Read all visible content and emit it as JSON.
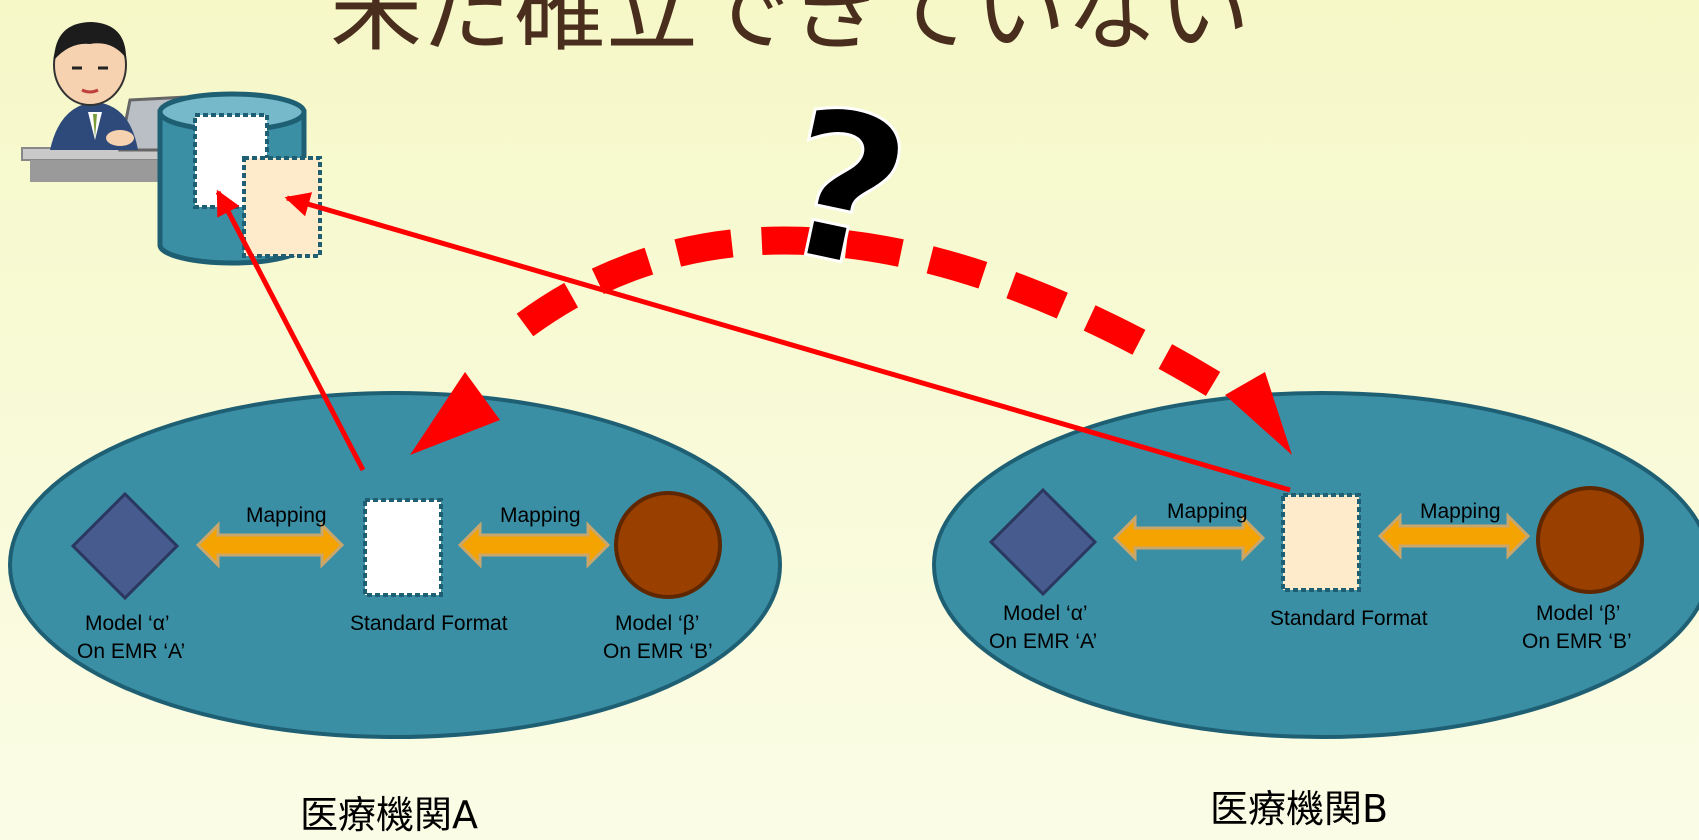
{
  "title": "未だ確立できていない",
  "question_mark": "?",
  "colors": {
    "background": "#f8fad6",
    "ellipse_fill": "#3a8fa5",
    "ellipse_stroke": "#1f5f73",
    "title_color": "#4a2e1d",
    "arrow_red": "#ff0000",
    "mapping_orange": "#f5a300",
    "diamond_fill": "#485b8f",
    "circle_fill": "#993f00",
    "doc_white": "#ffffff",
    "doc_cream": "#fdebcb"
  },
  "hospital_a": {
    "name": "医療機関A",
    "model_alpha": [
      "Model ‘α’",
      "On EMR ‘A’"
    ],
    "standard_format": "Standard Format",
    "model_beta": [
      "Model ‘β’",
      "On EMR ‘B’"
    ],
    "mapping_left": "Mapping",
    "mapping_right": "Mapping"
  },
  "hospital_b": {
    "name": "医療機関B",
    "model_alpha": [
      "Model ‘α’",
      "On EMR ‘A’"
    ],
    "standard_format": "Standard Format",
    "model_beta": [
      "Model ‘β’",
      "On EMR ‘B’"
    ],
    "mapping_left": "Mapping",
    "mapping_right": "Mapping"
  },
  "icons": [
    "businessman-at-laptop-icon",
    "database-cylinder-icon",
    "document-icon",
    "question-mark-icon"
  ]
}
